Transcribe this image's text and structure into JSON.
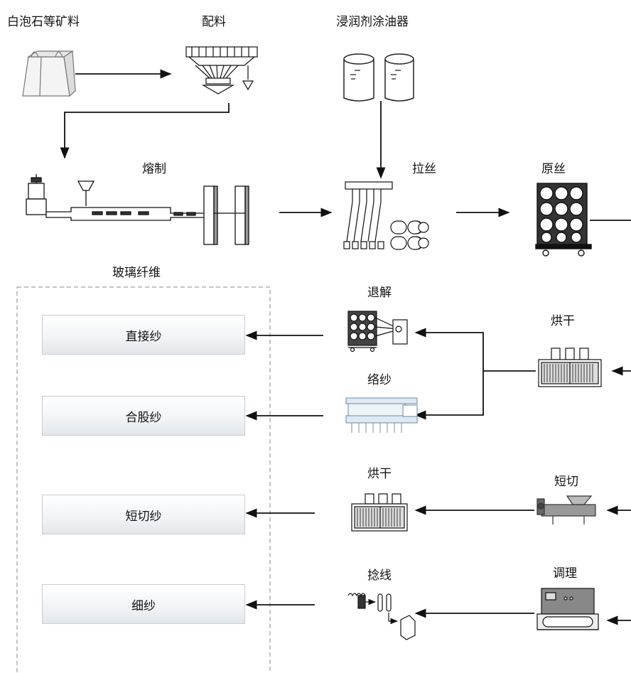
{
  "labels": {
    "raw_material": "白泡石等矿料",
    "batching": "配料",
    "sizing_applicator": "浸润剂涂油器",
    "melting": "熔制",
    "drawing": "拉丝",
    "raw_strand": "原丝",
    "glass_fiber": "玻璃纤维",
    "unwinding": "退解",
    "drying_1": "烘干",
    "winding": "络纱",
    "drying_2": "烘干",
    "chopping": "短切",
    "twisting": "捻线",
    "conditioning": "调理"
  },
  "products": {
    "direct_roving": "直接纱",
    "assembled_roving": "合股纱",
    "chopped_strand": "短切纱",
    "fine_yarn": "细纱"
  }
}
